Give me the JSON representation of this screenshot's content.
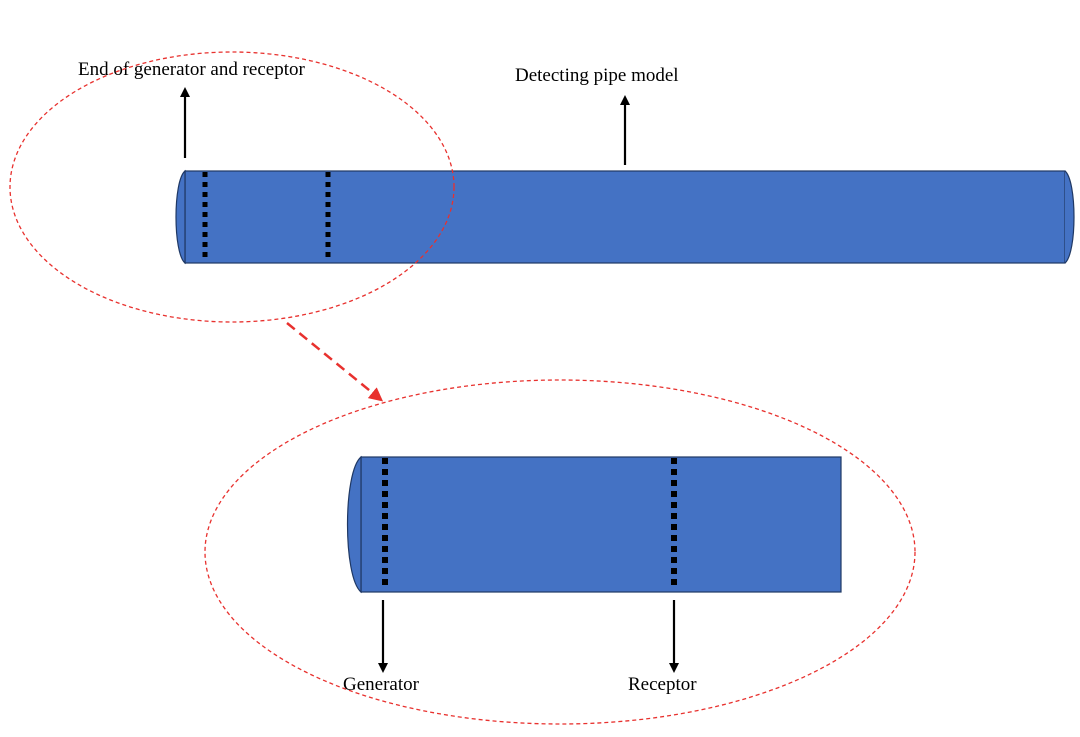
{
  "labels": {
    "end_label": "End of generator and receptor",
    "pipe_label": "Detecting pipe model",
    "generator_label": "Generator",
    "receptor_label": "Receptor"
  },
  "colors": {
    "pipe_fill": "#4472C4",
    "pipe_stroke": "#1F3864",
    "ellipse_stroke": "#E8312E",
    "arrow": "#000000",
    "dash": "#000000"
  }
}
